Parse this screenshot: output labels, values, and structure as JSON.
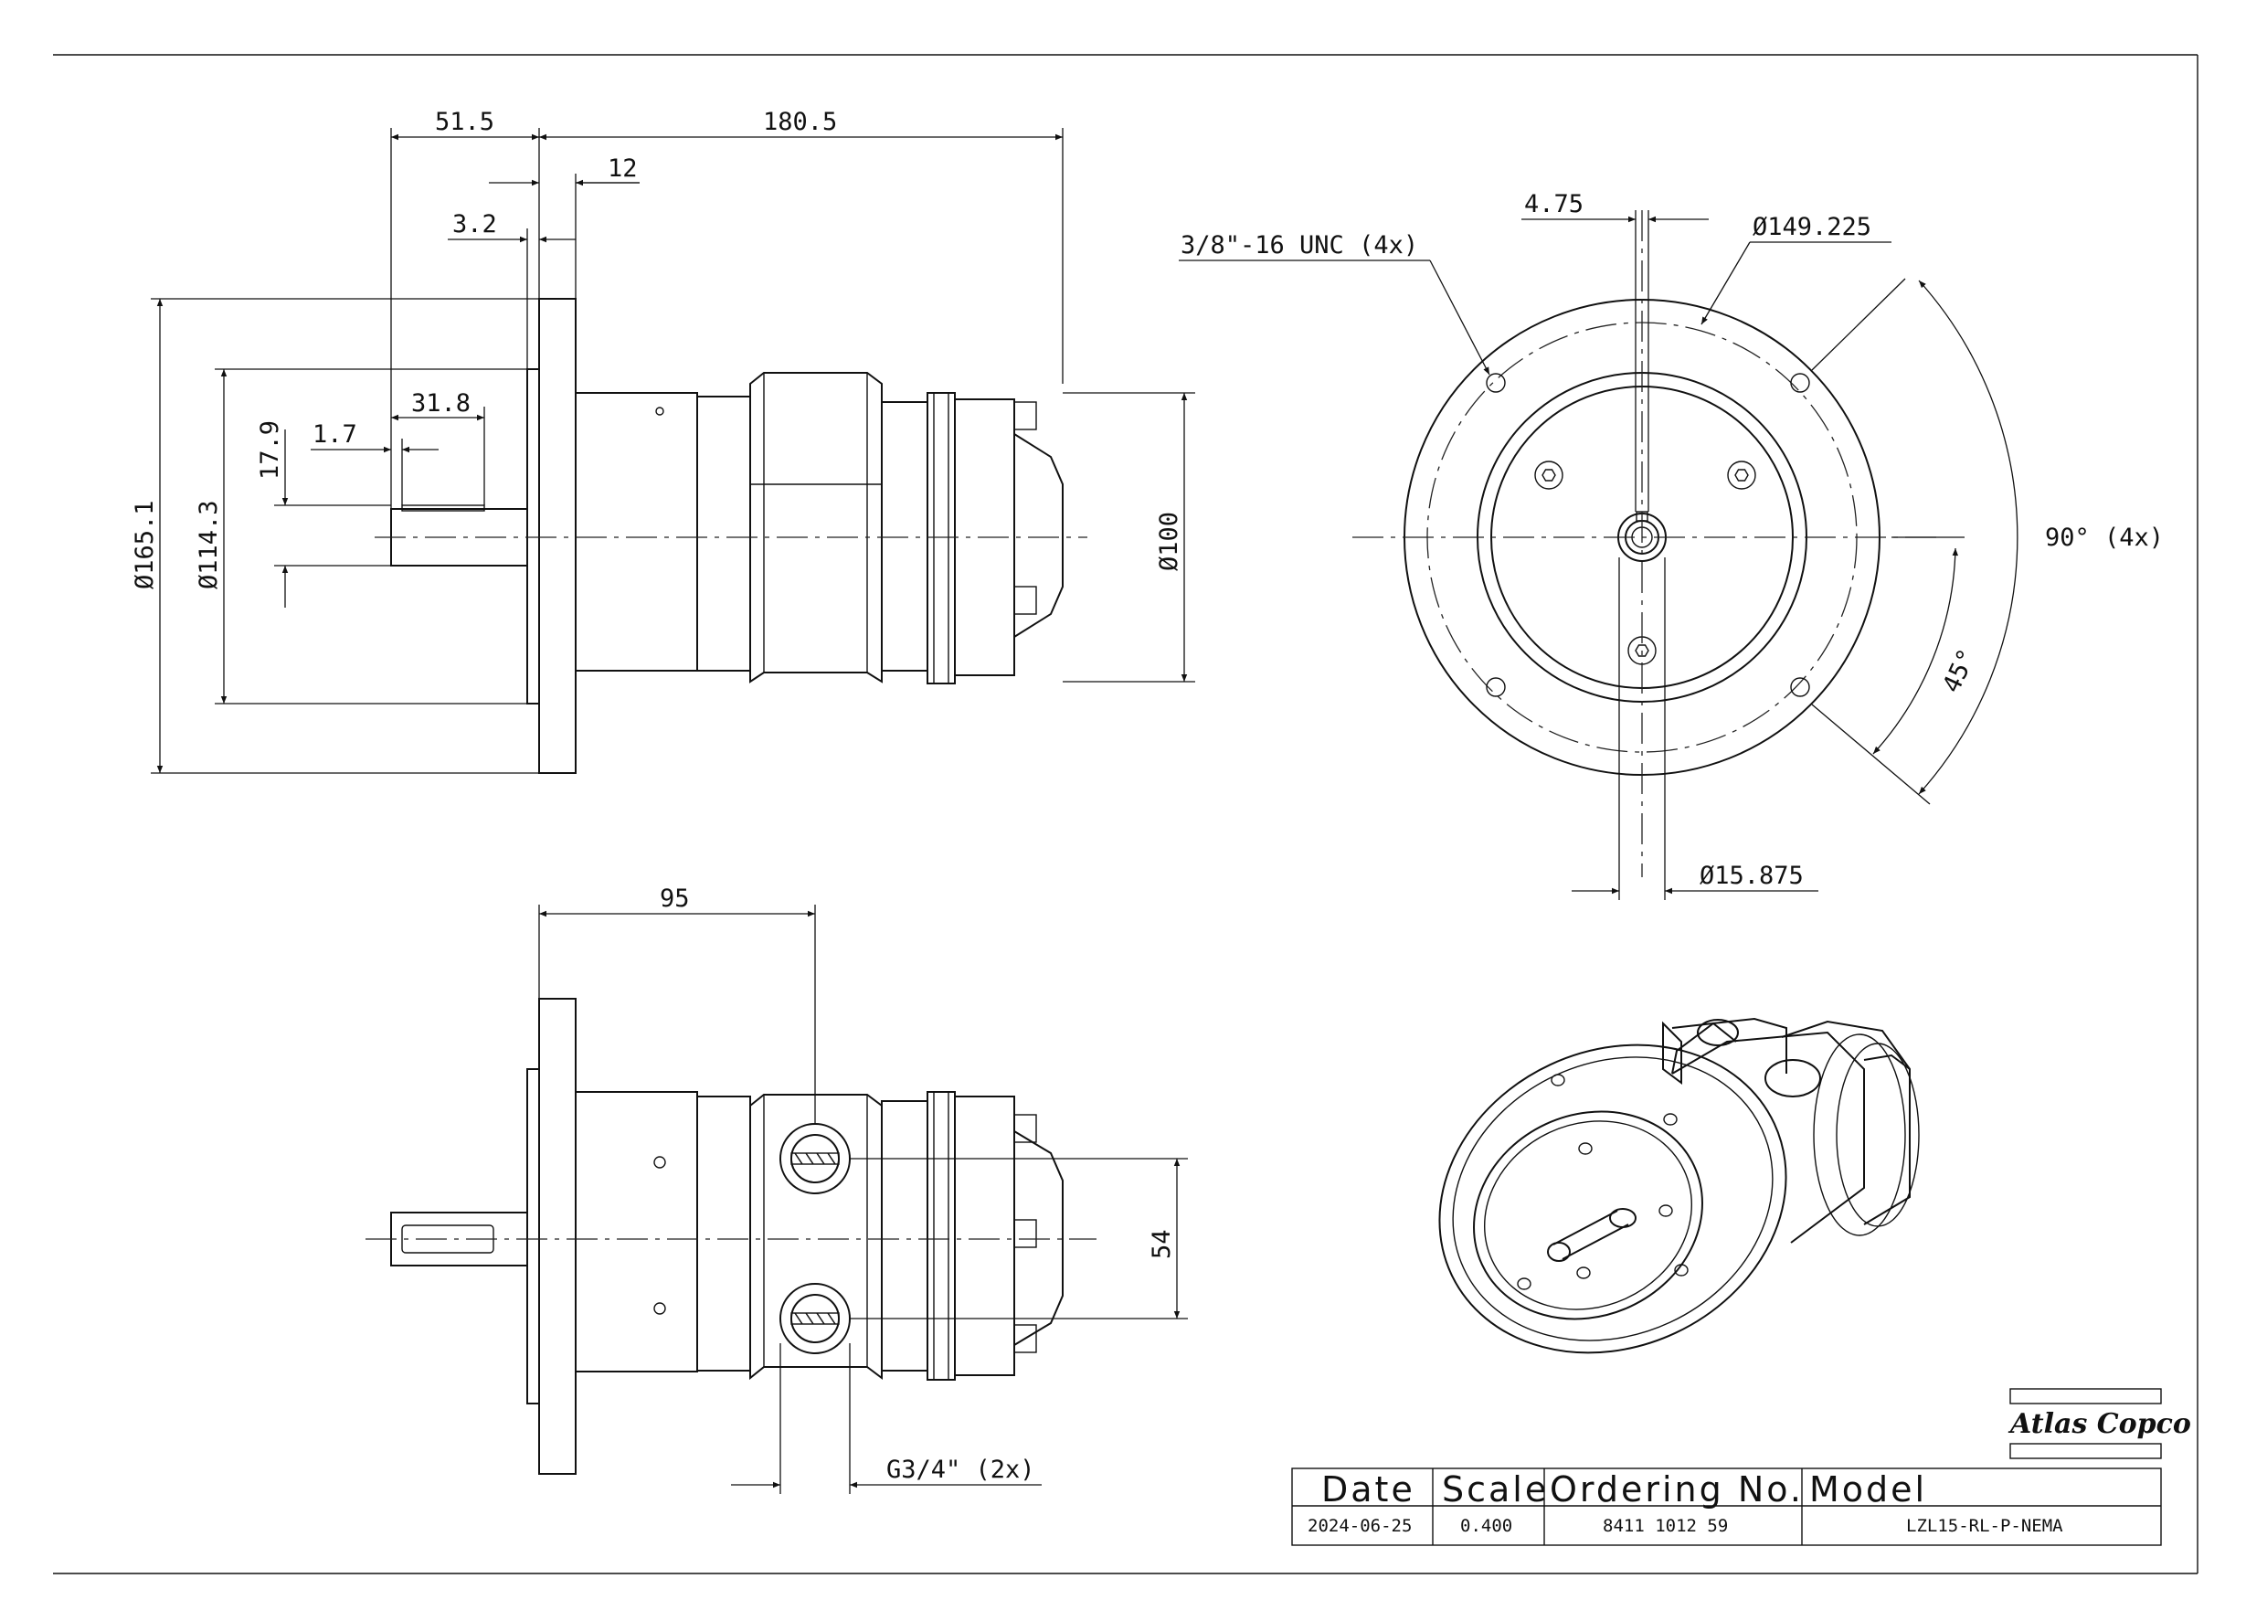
{
  "dimensions": {
    "side": {
      "d_51_5": "51.5",
      "d_180_5": "180.5",
      "d_12": "12",
      "d_3_2": "3.2",
      "d_165_1": "Ø165.1",
      "d_114_3": "Ø114.3",
      "d_31_8": "31.8",
      "d_17_9": "17.9",
      "d_1_7": "1.7",
      "d_100": "Ø100"
    },
    "front": {
      "d_4_75": "4.75",
      "thread": "3/8\"-16 UNC (4x)",
      "d_149_225": "Ø149.225",
      "angle_90": "90° (4x)",
      "angle_45": "45°",
      "d_15_875": "Ø15.875"
    },
    "bottom": {
      "d_95": "95",
      "d_54": "54",
      "ports": "G3/4\" (2x)"
    }
  },
  "title_block": {
    "logo": "Atlas Copco",
    "headers": {
      "date": "Date",
      "scale": "Scale",
      "ordering": "Ordering No.",
      "model": "Model"
    },
    "values": {
      "date": "2024-06-25",
      "scale": "0.400",
      "ordering": "8411 1012 59",
      "model": "LZL15-RL-P-NEMA"
    }
  }
}
